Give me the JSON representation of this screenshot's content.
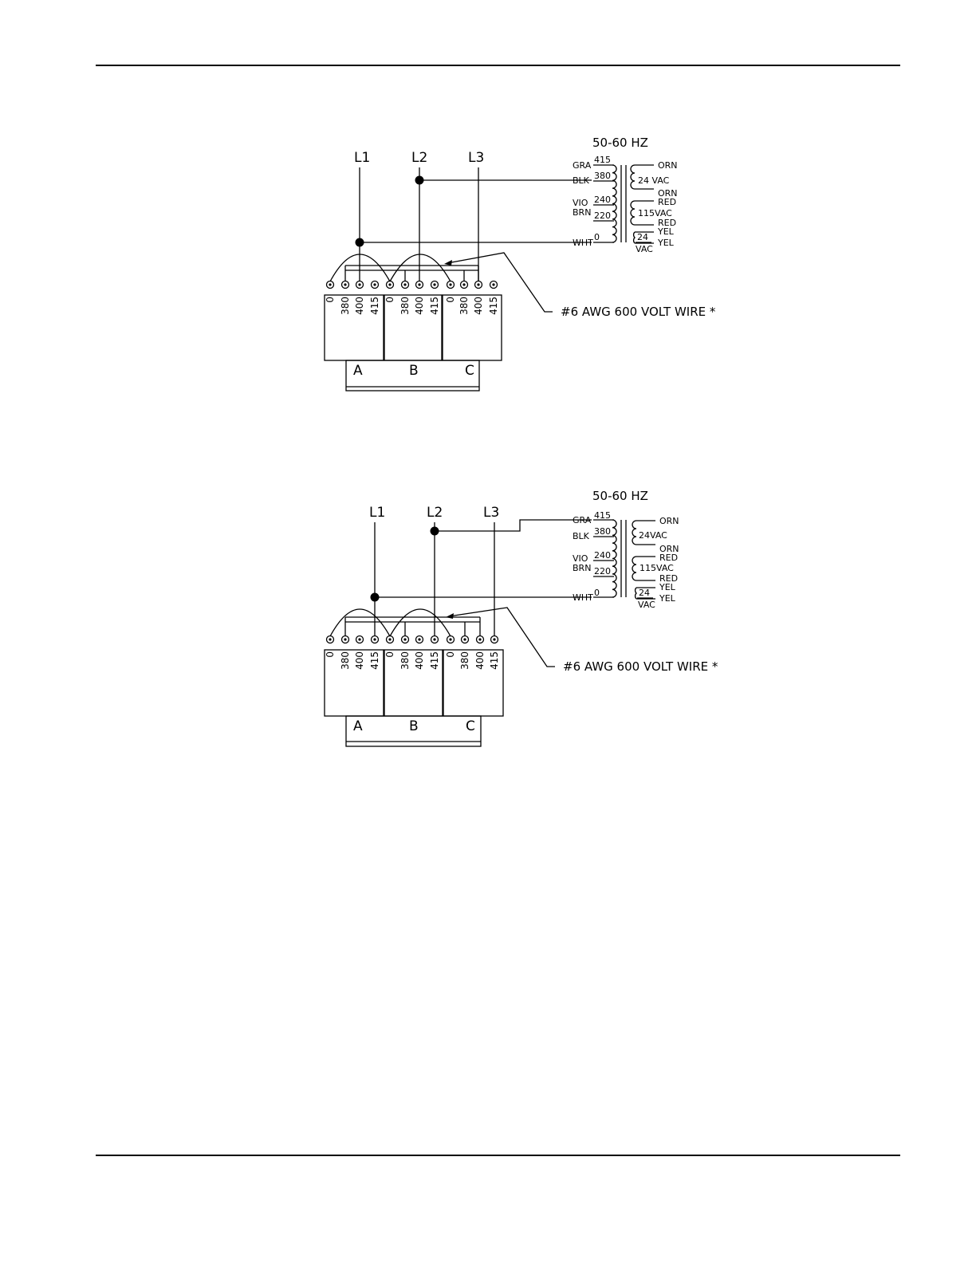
{
  "diagrams": [
    {
      "id": "d1",
      "frequency": "50-60 HZ",
      "line_labels": [
        "L1",
        "L2",
        "L3"
      ],
      "phases": [
        "A",
        "B",
        "C"
      ],
      "taps": [
        "0",
        "380",
        "400",
        "415"
      ],
      "wire_note": "#6 AWG 600 VOLT WIRE *",
      "primary_wires": [
        "GRA",
        "BLK",
        "VIO",
        "BRN",
        "WHT"
      ],
      "primary_taps": [
        "415",
        "380",
        "240",
        "220",
        "0"
      ],
      "secondary_wires": [
        "ORN",
        "ORN",
        "RED",
        "RED",
        "YEL",
        "YEL"
      ],
      "sec_24_top": "24 VAC",
      "sec_115": "115VAC",
      "sec_24_num": "24",
      "sec_24_unit": "VAC"
    },
    {
      "id": "d2",
      "frequency": "50-60 HZ",
      "line_labels": [
        "L1",
        "L2",
        "L3"
      ],
      "phases": [
        "A",
        "B",
        "C"
      ],
      "taps": [
        "0",
        "380",
        "400",
        "415"
      ],
      "wire_note": "#6 AWG 600 VOLT WIRE *",
      "primary_wires": [
        "GRA",
        "BLK",
        "VIO",
        "BRN",
        "WHT"
      ],
      "primary_taps": [
        "415",
        "380",
        "240",
        "220",
        "0"
      ],
      "secondary_wires": [
        "ORN",
        "ORN",
        "RED",
        "RED",
        "YEL",
        "YEL"
      ],
      "sec_24_top": "24VAC",
      "sec_115": "115VAC",
      "sec_24_num": "24",
      "sec_24_unit": "VAC"
    }
  ]
}
